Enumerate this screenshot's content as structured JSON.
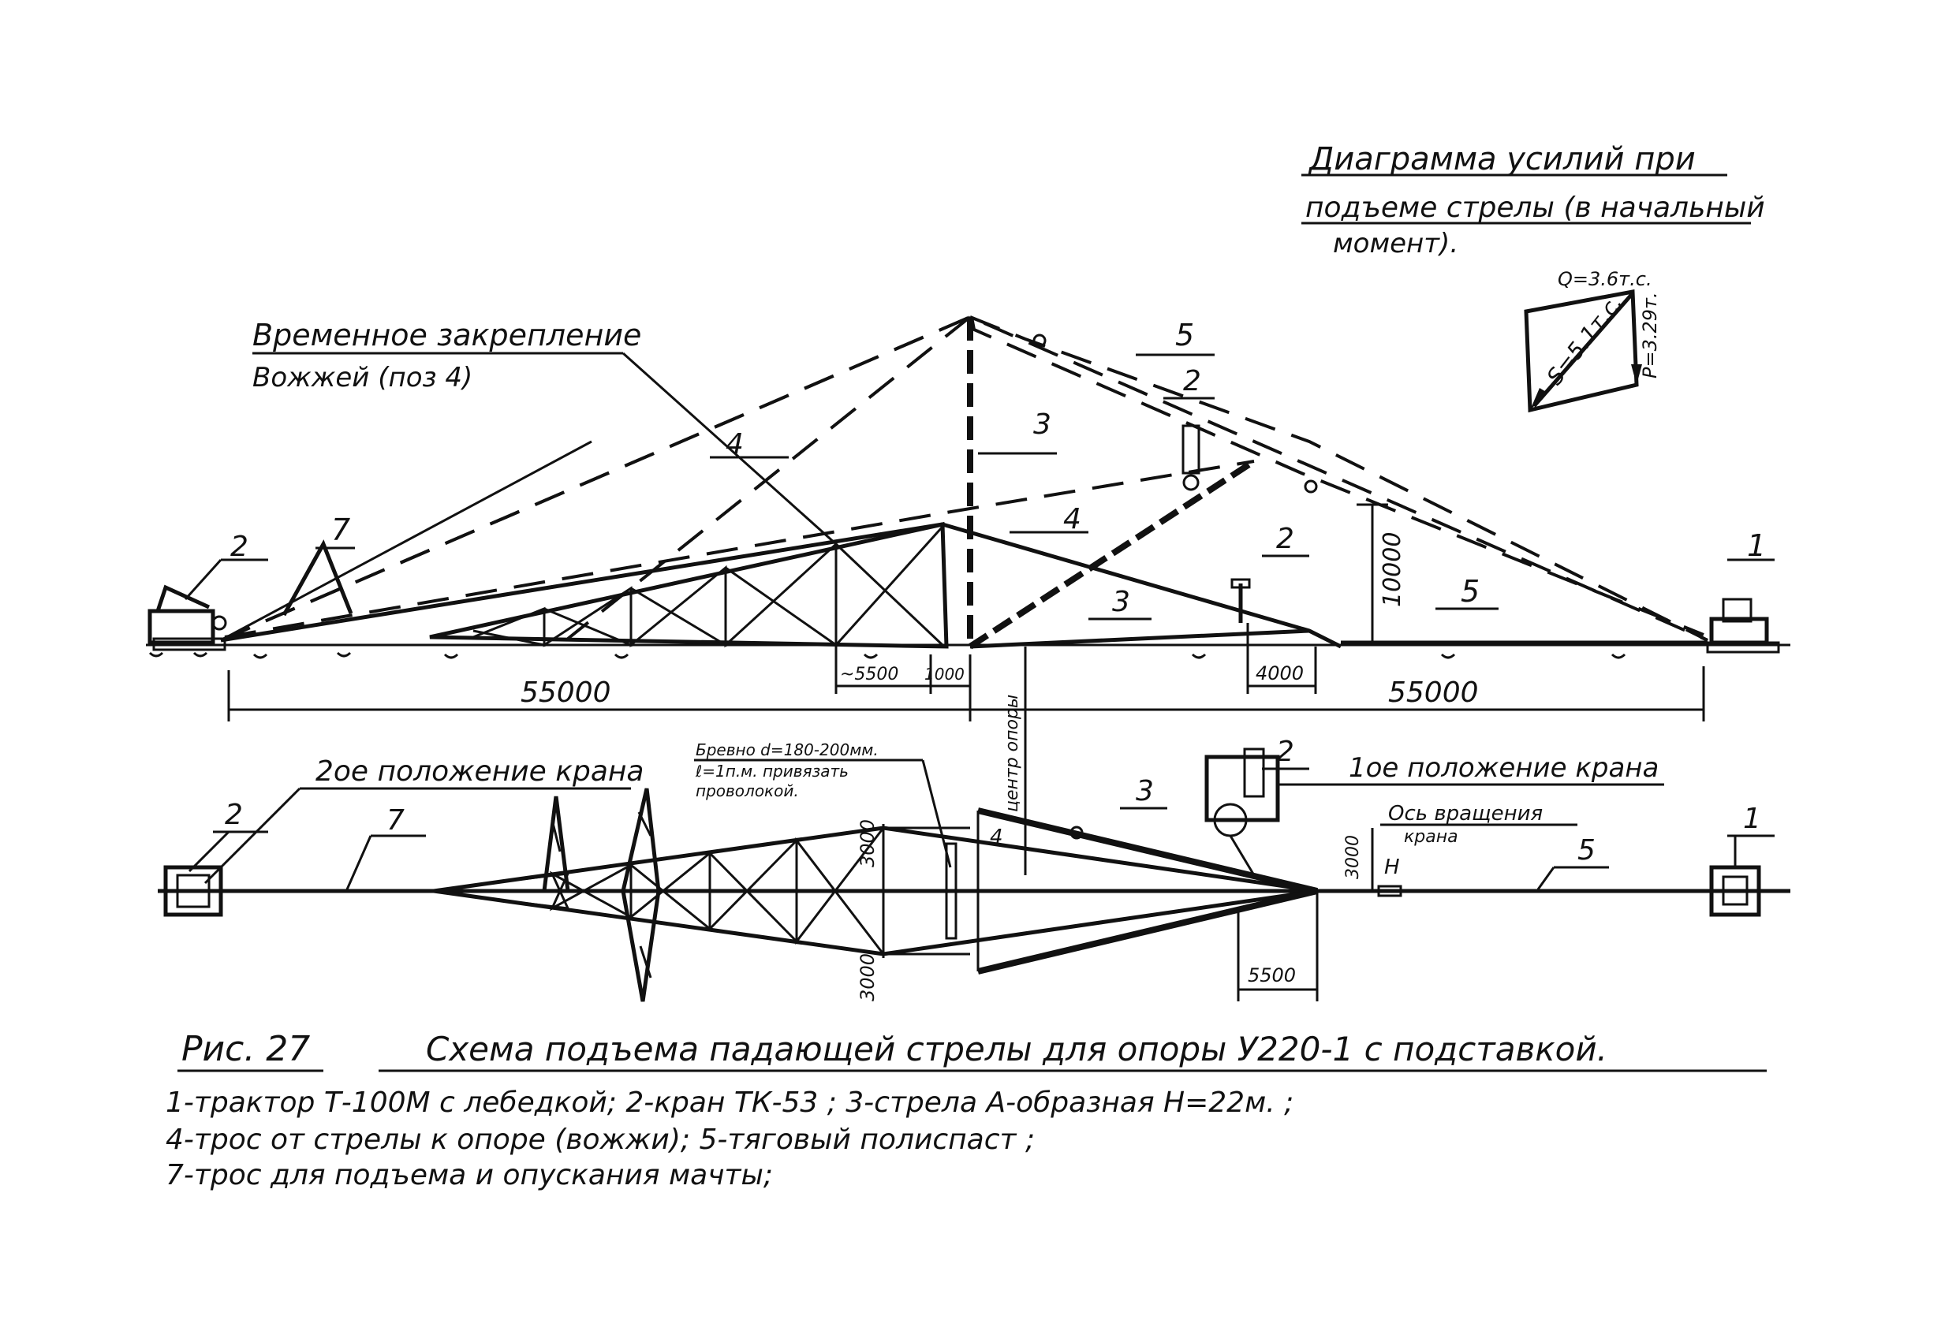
{
  "diagram_title": {
    "line1": "Диаграмма усилий при",
    "line2": "подъеме стрелы (в начальный",
    "line3": "момент)."
  },
  "force": {
    "q": "Q=3.6т.с.",
    "s": "S=5.1т.с.",
    "p": "P=3.29т."
  },
  "upper_labels": {
    "temp_fix_1": "Временное закрепление",
    "temp_fix_2": "Вожжей (поз 4)",
    "n7": "7",
    "n4a": "4",
    "n4b": "4",
    "n3a": "3",
    "n3b": "3",
    "n5a": "5",
    "n5b": "5",
    "n2a": "2",
    "n2b": "2",
    "n2c": "2",
    "n1": "1"
  },
  "upper_dims": {
    "height": "10000",
    "d5500": "~5500",
    "d1000": "1000",
    "d4000": "4000",
    "span_left": "55000",
    "span_right": "55000"
  },
  "lower_labels": {
    "pos2": "2ое положение крана",
    "pos1": "1ое положение крана",
    "log_1": "Бревно d=180-200мм.",
    "log_2": "ℓ=1п.м. привязать",
    "log_3": "проволокой.",
    "center": "центр опоры",
    "axis_1": "Ось вращения",
    "axis_2": "крана",
    "h": "Н",
    "n2a": "2",
    "n2b": "2",
    "n7": "7",
    "n3": "3",
    "n4": "4",
    "n5": "5",
    "n1": "1"
  },
  "lower_dims": {
    "d3000a": "3000",
    "d3000b": "3000",
    "d3000c": "3000",
    "d5500": "5500"
  },
  "caption": {
    "fig": "Рис. 27",
    "title": "Схема подъема падающей стрелы для опоры У220-1 с подставкой.",
    "legend1": "1-трактор Т-100М с лебедкой; 2-кран ТК-53 ; 3-стрела А-образная Н=22м. ;",
    "legend2": "4-трос от стрелы к опоре (вожжи); 5-тяговый полиспаст ;",
    "legend3": "7-трос для подъема и опускания мачты;"
  }
}
